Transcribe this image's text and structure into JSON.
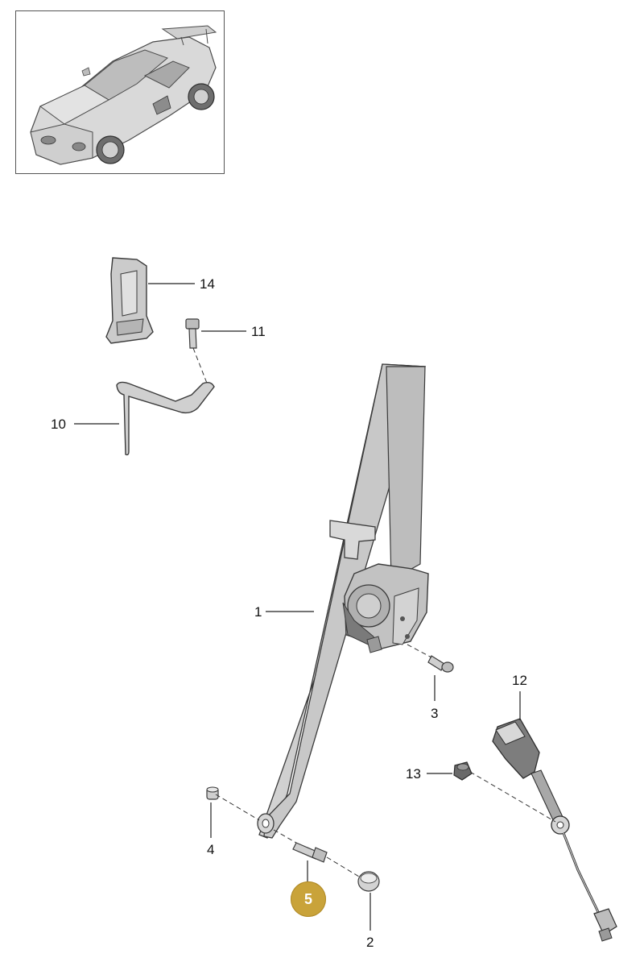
{
  "callouts": {
    "c1": "1",
    "c2": "2",
    "c3": "3",
    "c4": "4",
    "c5": "5",
    "c10": "10",
    "c11": "11",
    "c12": "12",
    "c13": "13",
    "c14": "14"
  },
  "highlighted_callout": "5",
  "colors": {
    "highlight": "#c9a33a",
    "part_fill": "#c8c8c8",
    "part_stroke": "#3a3a3a",
    "leader": "#222222"
  },
  "icons": {
    "vehicle": "car-overview-icon"
  }
}
